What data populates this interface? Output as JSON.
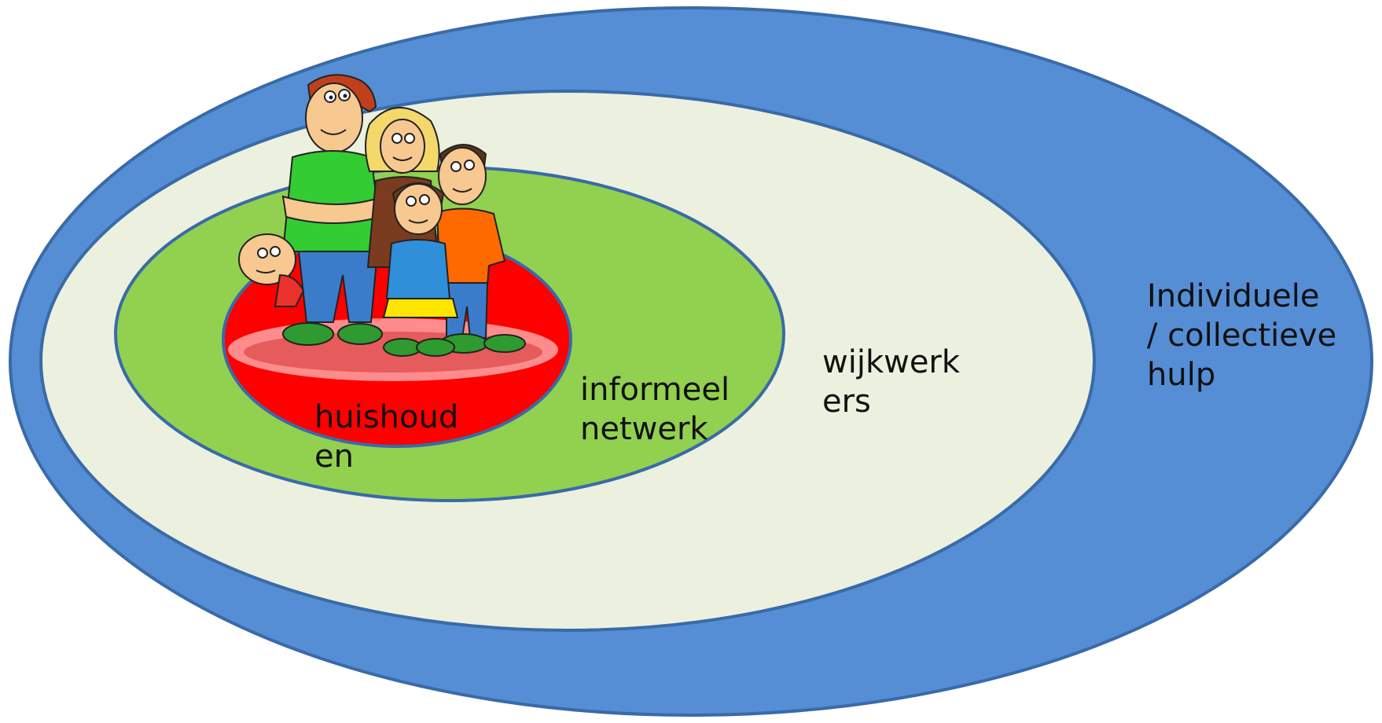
{
  "diagram": {
    "rings": [
      {
        "id": "outer",
        "label": "Individuele\n/ collectieve\nhulp",
        "fill": "#558ed5",
        "stroke": "#3a6aa8"
      },
      {
        "id": "wijk",
        "label": "wijkwerk\ners",
        "fill": "#ebf1de",
        "stroke": "#3a6aa8"
      },
      {
        "id": "informeel",
        "label": "informeel\nnetwerk",
        "fill": "#92d050",
        "stroke": "#3a6aa8"
      },
      {
        "id": "huishouden",
        "label": "huishoud\nen",
        "fill": "#ff0000",
        "stroke": "#3a6aa8"
      }
    ],
    "illustration": "family-clipart"
  }
}
